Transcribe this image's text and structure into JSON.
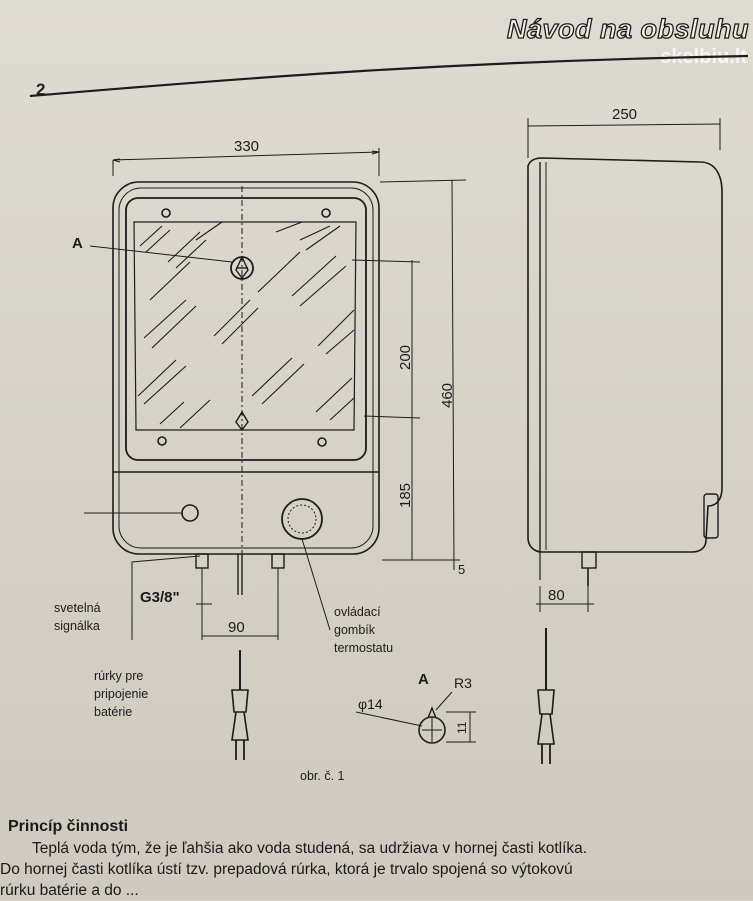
{
  "header": {
    "title": "Návod na obsluhu",
    "page_number": "2",
    "watermark": "skelbiu.lt"
  },
  "figure": {
    "caption": "obr. č. 1",
    "dimensions": {
      "width": "330",
      "height": "460",
      "tank_height": "200",
      "lower_height": "185",
      "depth": "250",
      "pipe_spacing": "90",
      "pipe_thread": "G3/8\"",
      "pipe_offset": "80",
      "bottom_offset": "5",
      "detail_diameter": "φ14",
      "detail_radius": "R3",
      "detail_small": "11"
    },
    "labels": {
      "detail_marker": "A",
      "detail_title": "A",
      "signal_lamp_line1": "svetelná",
      "signal_lamp_line2": "signálka",
      "pipes_line1": "rúrky pre",
      "pipes_line2": "pripojenie",
      "pipes_line3": "batérie",
      "knob_line1": "ovládací",
      "knob_line2": "gombík",
      "knob_line3": "termostatu"
    }
  },
  "section": {
    "heading": "Princíp činnosti",
    "line1": "Teplá voda tým, že je ľahšia ako voda studená, sa udržiava v hornej časti kotlíka.",
    "line2": "Do hornej časti kotlíka ústí tzv. prepadová rúrka, ktorá je trvalo spojená so výtokovú",
    "line3": "rúrku batérie a do ..."
  }
}
